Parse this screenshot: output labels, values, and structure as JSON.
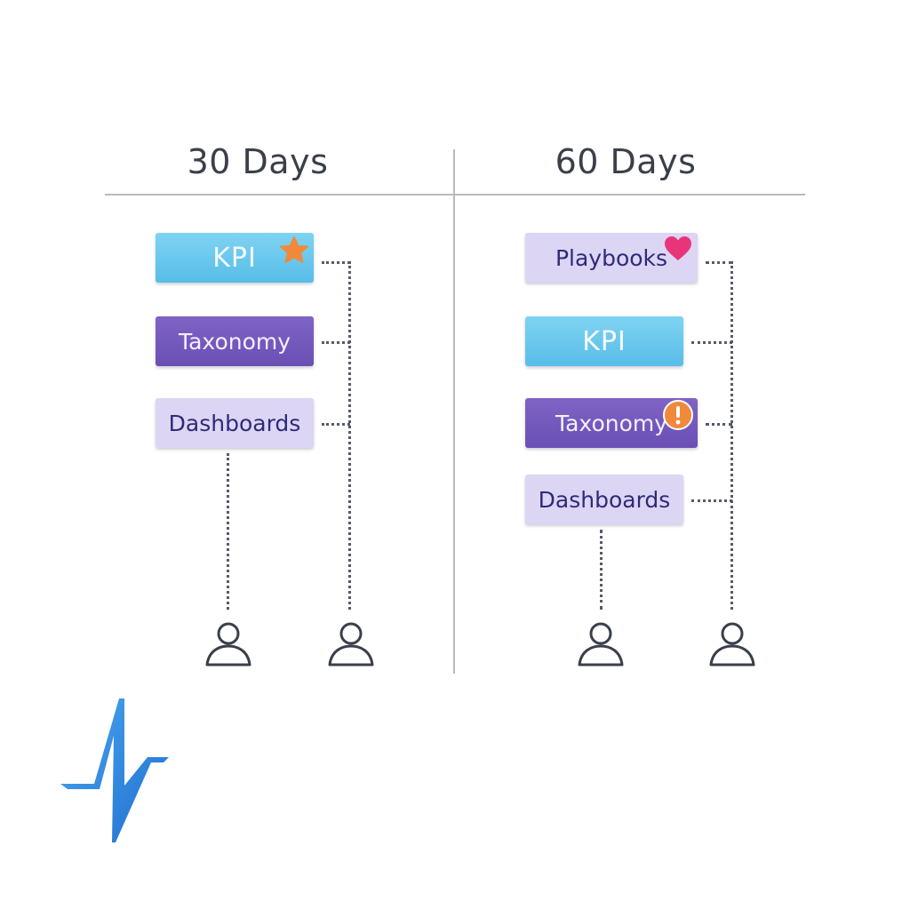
{
  "columns": [
    {
      "heading": "30 Days",
      "items": [
        {
          "label": "KPI",
          "badge": "star-icon"
        },
        {
          "label": "Taxonomy",
          "badge": ""
        },
        {
          "label": "Dashboards",
          "badge": ""
        }
      ]
    },
    {
      "heading": "60 Days",
      "items": [
        {
          "label": "Playbooks",
          "badge": "heart-icon"
        },
        {
          "label": "KPI",
          "badge": ""
        },
        {
          "label": "Taxonomy",
          "badge": "alert-icon"
        },
        {
          "label": "Dashboards",
          "badge": ""
        }
      ]
    }
  ],
  "colors": {
    "kpi": "#58bde8",
    "taxonomy": "#6a4fb5",
    "lavender": "#dcd6f4",
    "star": "#f08a3a",
    "heart": "#e8357a",
    "alert": "#f08a3a",
    "logo": "#2f8ce0"
  }
}
